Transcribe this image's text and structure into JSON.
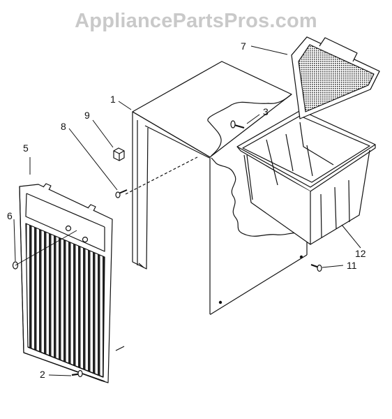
{
  "watermark": "AppliancePartsPros.com",
  "callouts": {
    "c1": "1",
    "c2": "2",
    "c3": "3",
    "c5": "5",
    "c6": "6",
    "c7": "7",
    "c8": "8",
    "c9": "9",
    "c11": "11",
    "c12": "12"
  },
  "colors": {
    "line": "#111111",
    "watermark": "#c9c9c9"
  }
}
